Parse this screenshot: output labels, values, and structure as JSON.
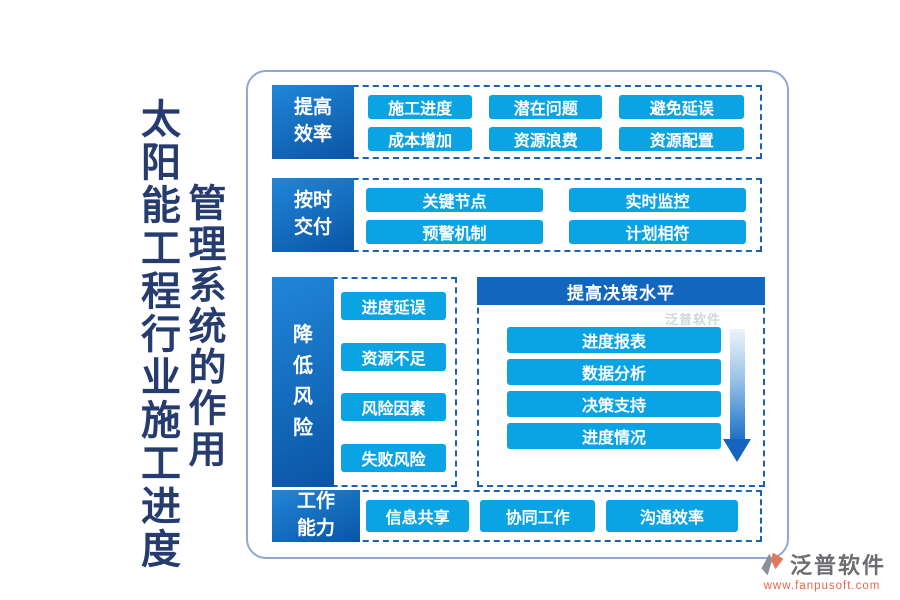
{
  "title": {
    "line1": "太阳能工程行业施工进度",
    "line2": "管理系统的作用"
  },
  "sections": {
    "efficiency": {
      "label": "提高效率",
      "items": [
        "施工进度",
        "潜在问题",
        "避免延误",
        "成本增加",
        "资源浪费",
        "资源配置"
      ]
    },
    "delivery": {
      "label": "按时交付",
      "items": [
        "关键节点",
        "实时监控",
        "预警机制",
        "计划相符"
      ]
    },
    "risk": {
      "label": "降低风险",
      "items": [
        "进度延误",
        "资源不足",
        "风险因素",
        "失败风险"
      ]
    },
    "decision": {
      "header": "提高决策水平",
      "items": [
        "进度报表",
        "数据分析",
        "决策支持",
        "进度情况"
      ]
    },
    "capability": {
      "label": "工作能力",
      "items": [
        "信息共享",
        "协同工作",
        "沟通效率"
      ]
    }
  },
  "branding": {
    "logo_text": "泛普软件",
    "website": "www.fanpusoft.com",
    "watermark": "泛普软件"
  },
  "colors": {
    "title_text": "#263c6f",
    "label_gradient_top": "#2186d8",
    "label_gradient_bottom": "#0a55a5",
    "chip_blue": "#0aa3e3",
    "dashed_border": "#1a62b5",
    "panel_border": "#8fa9d2",
    "decision_header": "#1266be",
    "arrow_blue": "#1565c0",
    "brand_gray": "#6d6e71",
    "brand_orange": "#e2674a"
  }
}
